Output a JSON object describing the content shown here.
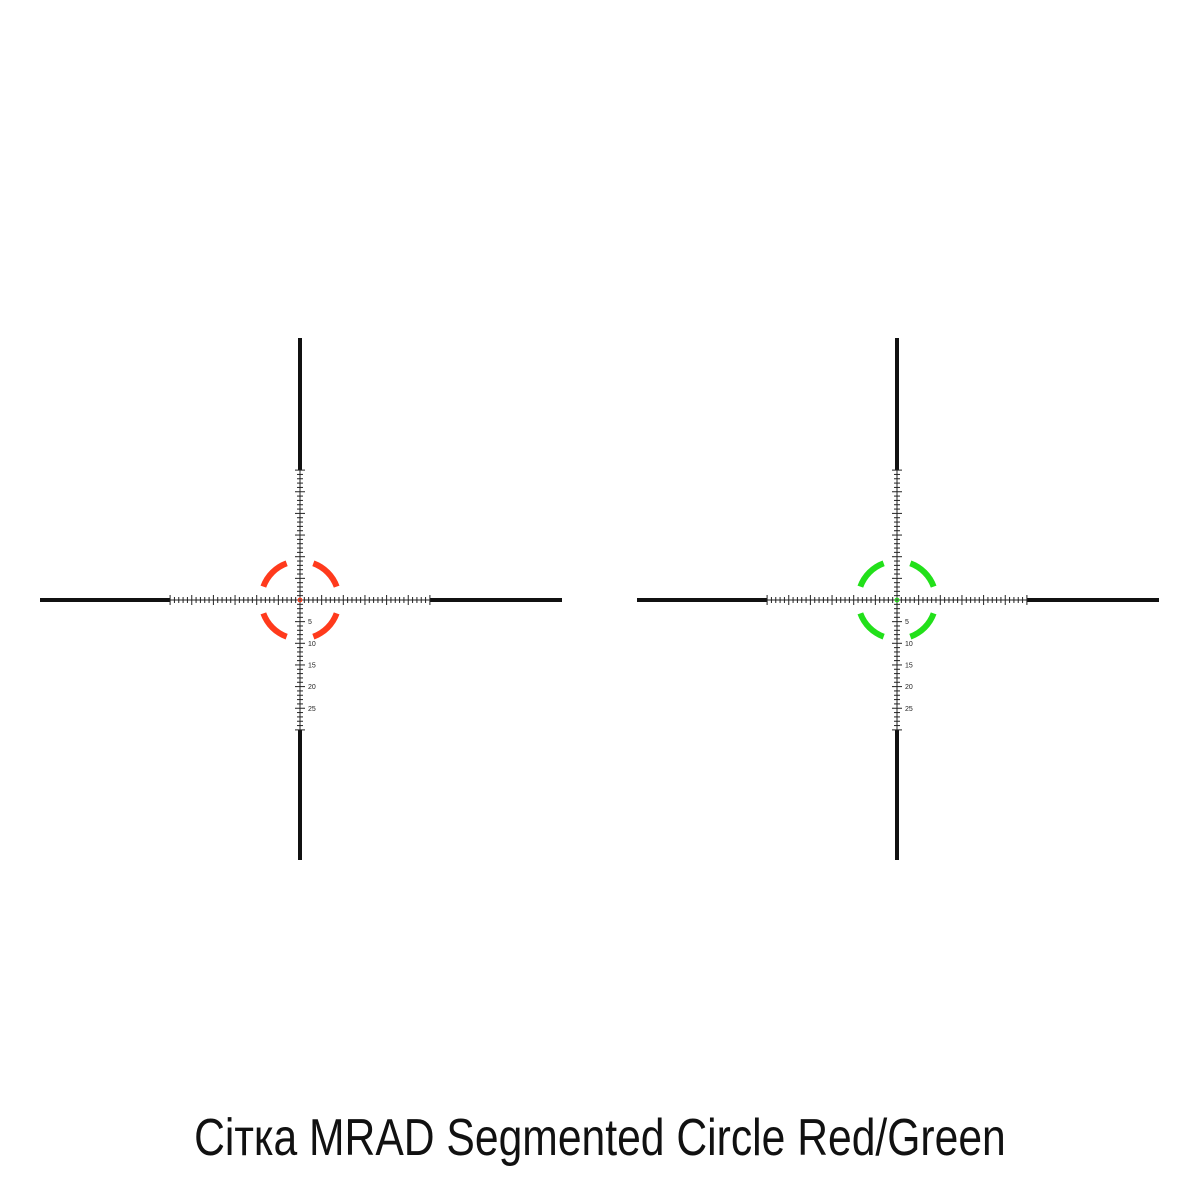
{
  "title": "Сітка MRAD Segmented Circle Red/Green",
  "reticles": [
    {
      "name": "red",
      "color": "#ff3a1c",
      "scale_labels": [
        "5",
        "10",
        "15",
        "20",
        "25"
      ]
    },
    {
      "name": "green",
      "color": "#22e01a",
      "scale_labels": [
        "5",
        "10",
        "15",
        "20",
        "25"
      ]
    }
  ],
  "scale": {
    "range_mil": 30,
    "major_every": 5
  }
}
